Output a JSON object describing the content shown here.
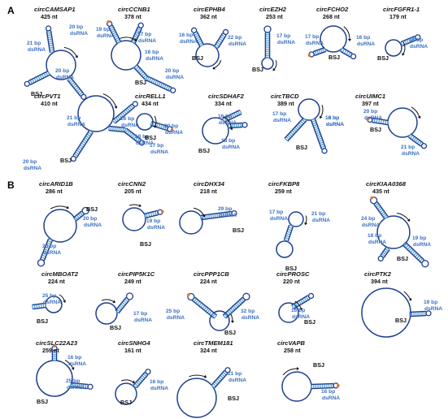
{
  "panels": [
    {
      "label": "A",
      "items": [
        {
          "name": "circCAMSAP1",
          "length": "425 nt",
          "dsrna": [
            "20 bp dsRNA",
            "21 bp dsRNA",
            "20 bp dsRNA"
          ]
        },
        {
          "name": "circCCNB1",
          "length": "378 nt",
          "dsrna": [
            "19 bp dsRNA",
            "17 bp dsRNA",
            "16 bp dsRNA",
            "20 bp dsRNA"
          ]
        },
        {
          "name": "circEPHB4",
          "length": "362 nt",
          "dsrna": [
            "16 bp dsRNA",
            "22 bp dsRNA"
          ]
        },
        {
          "name": "circEZH2",
          "length": "253 nt",
          "dsrna": [
            "17 bp dsRNA"
          ]
        },
        {
          "name": "circFCHO2",
          "length": "268 nt",
          "dsrna": [
            "17 bp dsRNA",
            "16 bp dsRNA"
          ]
        },
        {
          "name": "circFGFR1-1",
          "length": "179 nt",
          "dsrna": [
            "18 bp dsRNA"
          ]
        },
        {
          "name": "circPVT1",
          "length": "410 nt",
          "dsrna": [
            "21 bp dsRNA",
            "26 bp dsRNA",
            "18 bp dsRNA",
            "20 bp dsRNA"
          ]
        },
        {
          "name": "circRELL1",
          "length": "434 nt",
          "dsrna": [
            "20 bp dsRNA",
            "17 bp dsRNA"
          ]
        },
        {
          "name": "circSDHAF2",
          "length": "334 nt",
          "dsrna": [
            "16 bp dsRNA",
            "18 bp dsRNA"
          ]
        },
        {
          "name": "circTBCD",
          "length": "389 nt",
          "dsrna": [
            "17 bp dsRNA",
            "18 bp dsRNA",
            "16 bp dsRNA"
          ]
        },
        {
          "name": "circUIMC1",
          "length": "397 nt",
          "dsrna": [
            "20 bp dsRNA",
            "21 bp dsRNA"
          ]
        }
      ]
    },
    {
      "label": "B",
      "items": [
        {
          "name": "circARID1B",
          "length": "286 nt",
          "dsrna": [
            "20 bp dsRNA",
            "20 bp dsRNA"
          ]
        },
        {
          "name": "circCNN2",
          "length": "205 nt",
          "dsrna": [
            "19 bp dsRNA"
          ]
        },
        {
          "name": "circDHX34",
          "length": "218 nt",
          "dsrna": [
            "29 bp dsRNA"
          ]
        },
        {
          "name": "circFKBP8",
          "length": "259 nt",
          "dsrna": [
            "17 bp dsRNA",
            "21 bp dsRNA"
          ]
        },
        {
          "name": "circKIAA0368",
          "length": "435 nt",
          "dsrna": [
            "24 bp dsRNA",
            "18 bp dsRNA",
            "19 bp dsRNA"
          ]
        },
        {
          "name": "circMBOAT2",
          "length": "224 nt",
          "dsrna": [
            "25 bp dsRNA"
          ]
        },
        {
          "name": "circPIP5K1C",
          "length": "249 nt",
          "dsrna": [
            "17 bp dsRNA"
          ]
        },
        {
          "name": "circPPP1CB",
          "length": "224 nt",
          "dsrna": [
            "25 bp dsRNA",
            "32 bp dsRNA"
          ]
        },
        {
          "name": "circPROSC",
          "length": "220 nt",
          "dsrna": [
            "16 bp dsRNA"
          ]
        },
        {
          "name": "circPTK2",
          "length": "394 nt",
          "dsrna": [
            "19 bp dsRNA"
          ]
        },
        {
          "name": "circSLC22A23",
          "length": "259 nt",
          "dsrna": [
            "16 bp dsRNA",
            "25 bp dsRNA"
          ]
        },
        {
          "name": "circSNHG4",
          "length": "161 nt",
          "dsrna": [
            "16 bp dsRNA"
          ]
        },
        {
          "name": "circTMEM181",
          "length": "324 nt",
          "dsrna": [
            "21 bp dsRNA"
          ]
        },
        {
          "name": "circVAPB",
          "length": "258 nt",
          "dsrna": [
            "16 bp dsRNA"
          ]
        }
      ]
    }
  ],
  "bsj_label": "BSJ"
}
